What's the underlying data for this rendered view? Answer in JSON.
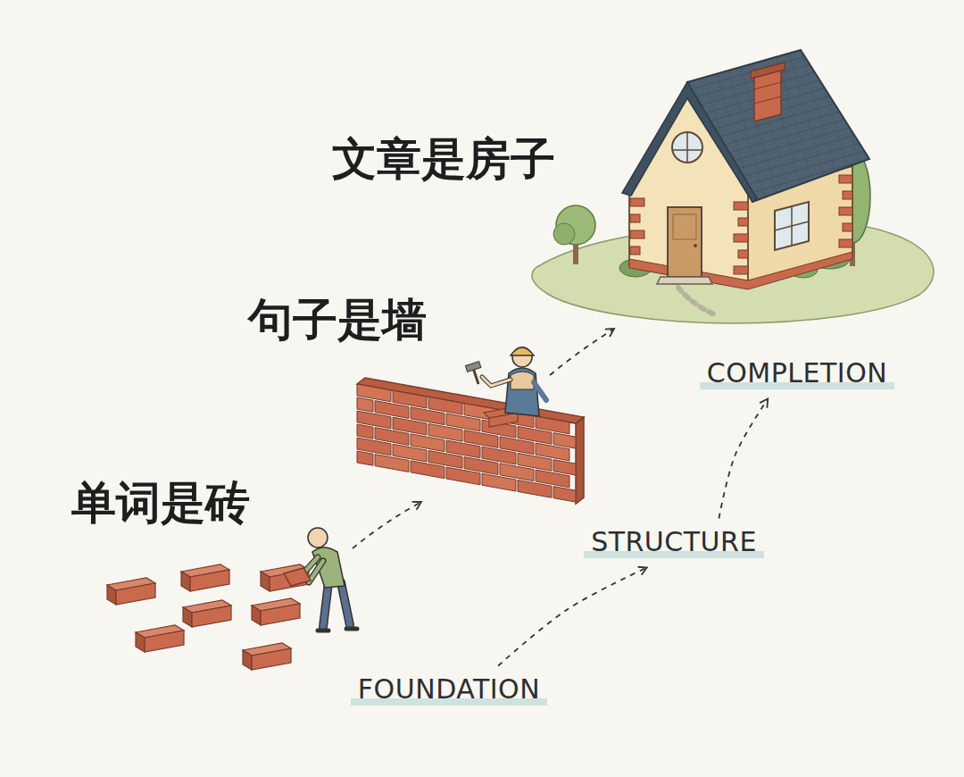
{
  "diagram": {
    "nodes": [
      {
        "text": [
          "FOUNDATION"
        ]
      },
      {
        "text": [
          "STRUCTURE"
        ]
      },
      {
        "text": [
          "COMPLETION"
        ]
      }
    ],
    "edges": [
      {
        "from": 0,
        "to": 1,
        "arrow": "to"
      },
      {
        "from": 1,
        "to": 2,
        "arrow": "to"
      }
    ],
    "labels": [
      "文章是房子",
      "句子是墙",
      "单词是砖"
    ]
  }
}
